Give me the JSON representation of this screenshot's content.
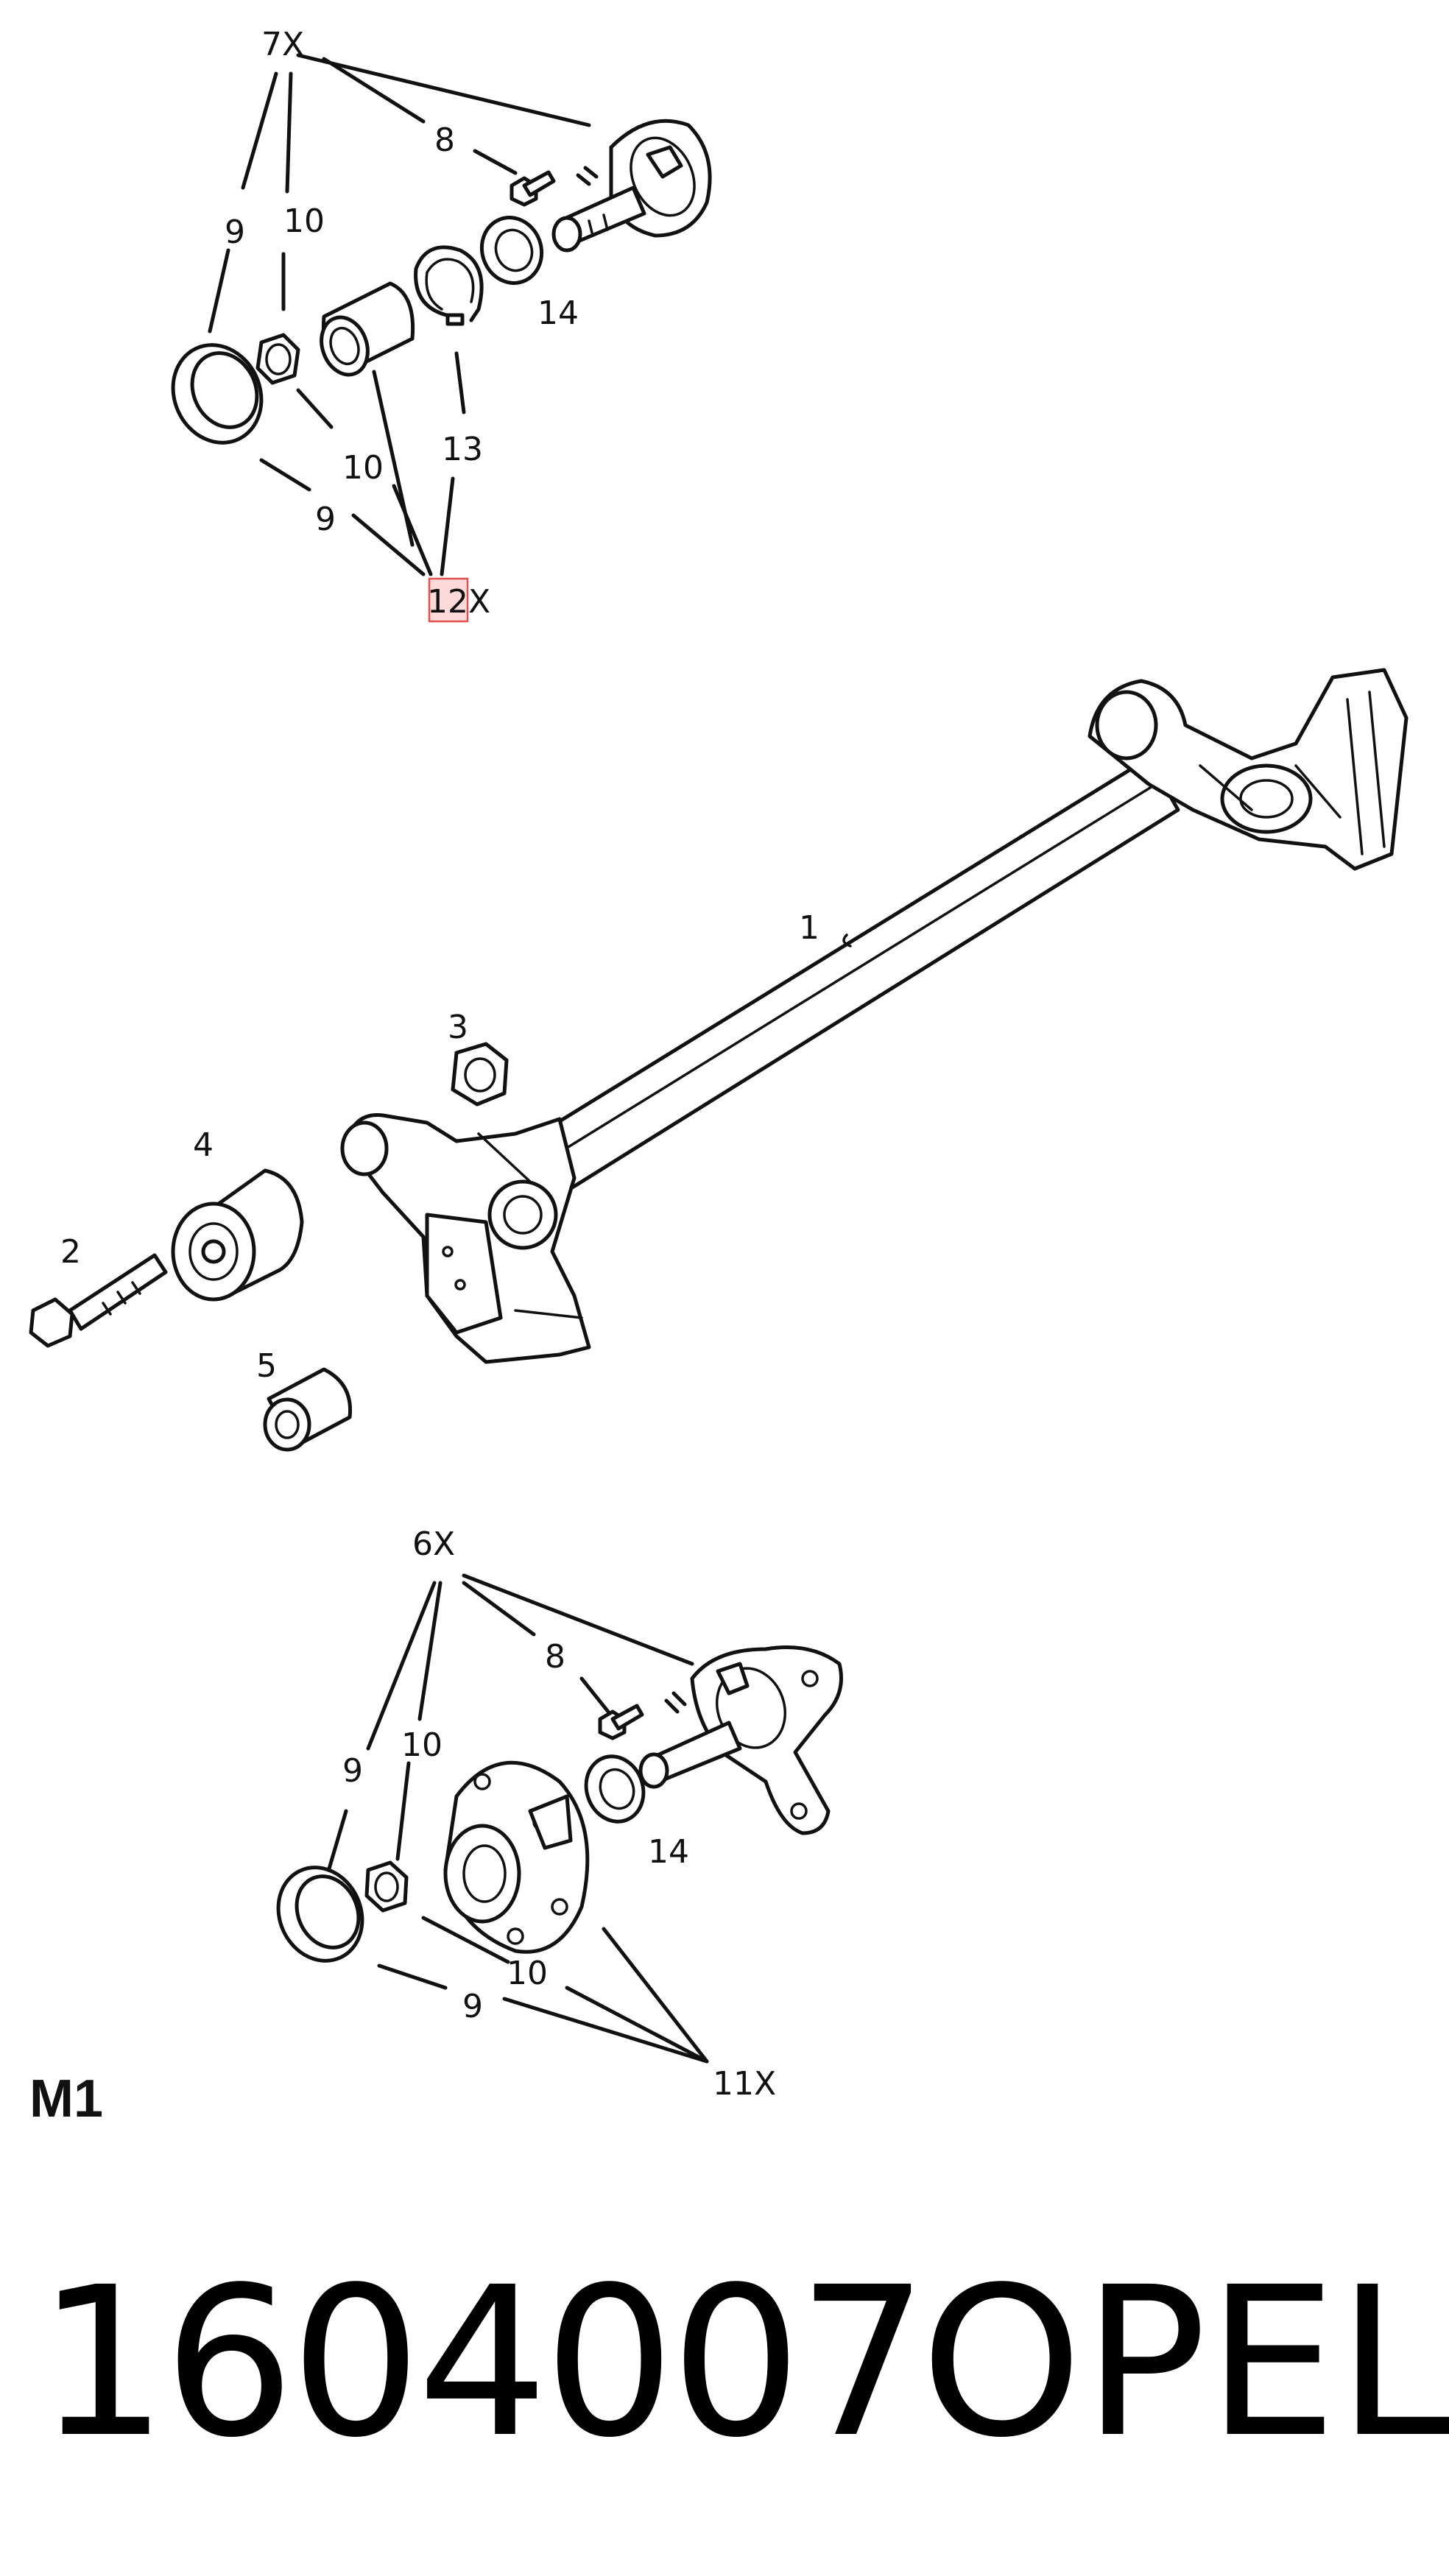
{
  "diagram": {
    "callouts": {
      "c7x": "7X",
      "c8_top": "8",
      "c9_top": "9",
      "c10_top": "10",
      "c14_top": "14",
      "c10_top_b": "10",
      "c13": "13",
      "c9_top_b": "9",
      "c12x": "12X",
      "c1": "1",
      "c3": "3",
      "c4": "4",
      "c2": "2",
      "c5": "5",
      "c6x": "6X",
      "c8_bot": "8",
      "c10_bot": "10",
      "c9_bot": "9",
      "c14_bot": "14",
      "c10_bot_b": "10",
      "c9_bot_b": "9",
      "c11x": "11X"
    }
  },
  "section_code": "M1",
  "footer": {
    "part_number": "1604007",
    "brand": "OPEL"
  }
}
